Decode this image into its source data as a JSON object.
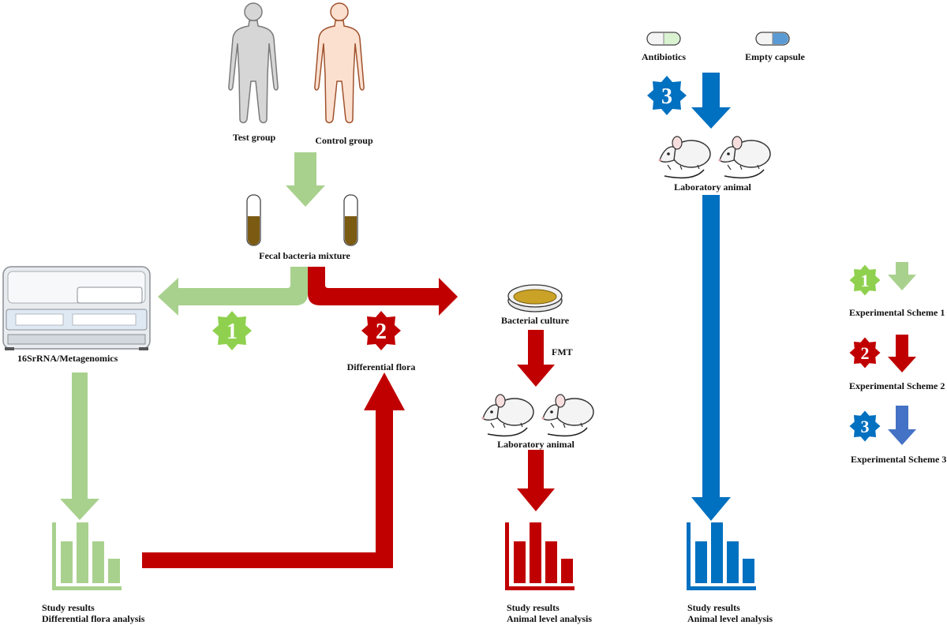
{
  "colors": {
    "scheme1": "#a9d18e",
    "scheme1_badge": "#8fd14f",
    "scheme2": "#c00000",
    "scheme3": "#0070c0",
    "scheme3_legend_arrow": "#4472c4",
    "tube_content": "#7b5a12",
    "petri_medium": "#c9a227"
  },
  "labels": {
    "test_group": "Test group",
    "control_group": "Control group",
    "fecal_mixture": "Fecal bacteria mixture",
    "sequencer": "16SrRNA/Metagenomics",
    "differential_flora": "Differential flora",
    "bacterial_culture": "Bacterial culture",
    "fmt": "FMT",
    "lab_animal_2": "Laboratory animal",
    "lab_animal_3": "Laboratory animal",
    "antibiotics": "Antibiotics",
    "empty_capsule": "Empty capsule",
    "results1_line1": "Study results",
    "results1_line2": "Differential flora analysis",
    "results2_line1": "Study results",
    "results2_line2": "Animal level analysis",
    "results3_line1": "Study results",
    "results3_line2": "Animal level analysis"
  },
  "badges": {
    "scheme1": "1",
    "scheme2": "2",
    "scheme3": "3"
  },
  "legend": [
    {
      "number": "1",
      "label": "Experimental Scheme 1"
    },
    {
      "number": "2",
      "label": "Experimental Scheme 2"
    },
    {
      "number": "3",
      "label": "Experimental Scheme 3"
    }
  ]
}
